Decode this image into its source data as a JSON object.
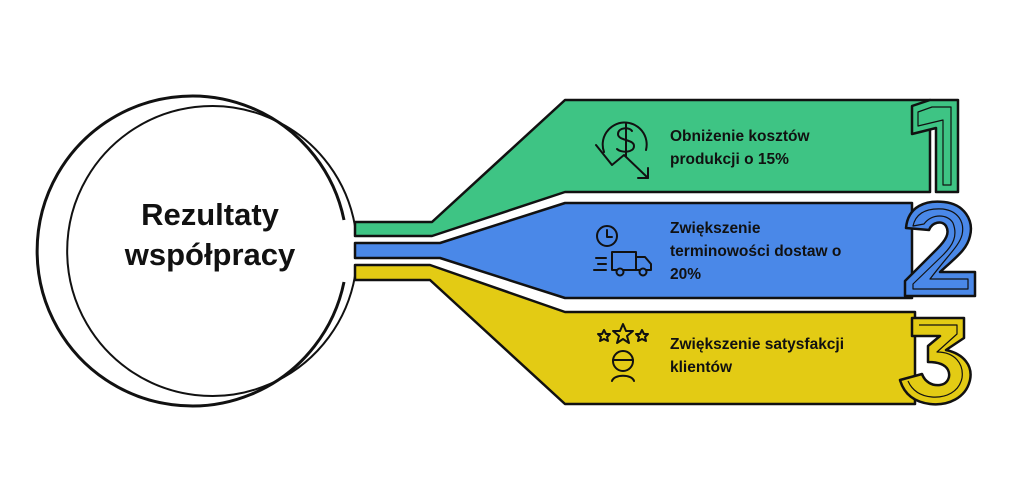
{
  "center": {
    "title_line1": "Rezultaty",
    "title_line2": "współpracy"
  },
  "items": [
    {
      "number": "1",
      "line1": "Obniżenie kosztów",
      "line2": "produkcji o 15%",
      "line3": "",
      "icon": "dollar-down-arrow-icon",
      "color": "#3ec484"
    },
    {
      "number": "2",
      "line1": "Zwiększenie",
      "line2": "terminowości dostaw o",
      "line3": "20%",
      "icon": "clock-truck-icon",
      "color": "#4a88e8"
    },
    {
      "number": "3",
      "line1": "Zwiększenie satysfakcji",
      "line2": "klientów",
      "line3": "",
      "icon": "stars-customer-icon",
      "color": "#e3cb14"
    }
  ]
}
